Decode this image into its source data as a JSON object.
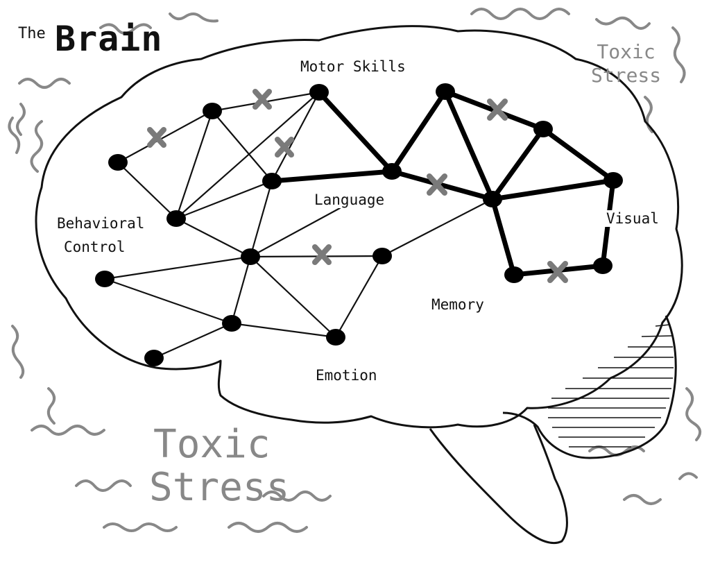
{
  "header": {
    "prefix": "The",
    "title": "Brain"
  },
  "stress_labels": {
    "top_right": {
      "line1": "Toxic",
      "line2": "Stress"
    },
    "bottom_left": {
      "line1": "Toxic",
      "line2": "Stress"
    }
  },
  "regions": {
    "motor_skills": "Motor Skills",
    "language": "Language",
    "behavioral_line1": "Behavioral",
    "behavioral_line2": "Control",
    "visual": "Visual",
    "memory": "Memory",
    "emotion": "Emotion"
  },
  "colors": {
    "outline": "#111111",
    "stress": "#888888",
    "cross": "#7a7a7a",
    "strong_connection": "#000000"
  }
}
